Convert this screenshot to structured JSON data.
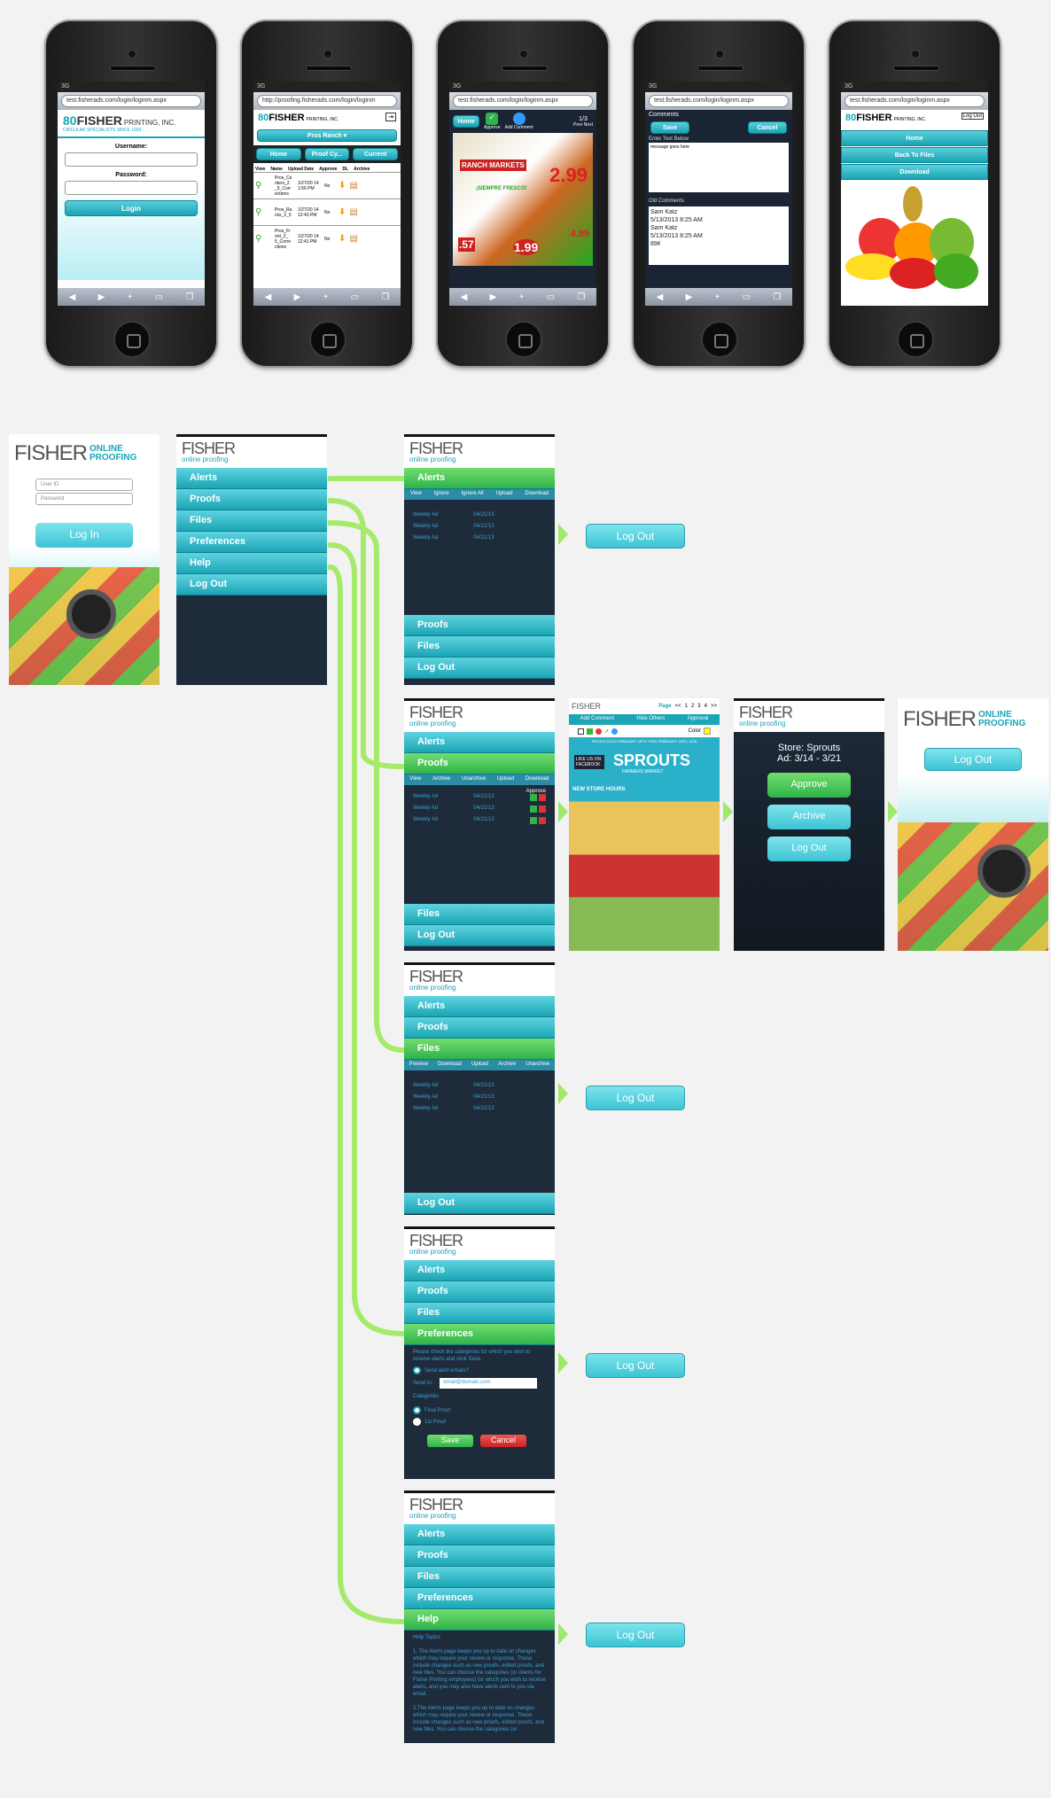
{
  "phones": [
    {
      "carrier": "3G",
      "url": "test.fisherads.com/login/loginm.aspx",
      "brand": "FISHER",
      "brand_sub": "PRINTING, INC.",
      "tagline": "CIRCULAR SPECIALISTS SINCE 1933",
      "username_label": "Username:",
      "password_label": "Password:",
      "login_label": "Login"
    },
    {
      "carrier": "3G",
      "url": "http://proofing.fisherads.com/login/loginm",
      "brand": "FISHER",
      "brand_sub": "PRINTING, INC.",
      "store": "Pros Ranch",
      "tabs": [
        "Home",
        "Proof Cy...",
        "Current"
      ],
      "cols": [
        "View",
        "Name",
        "Upload Date",
        "Approve",
        "DL",
        "Archive"
      ],
      "rows": [
        {
          "name": "Pros_Ce nters_2 _5_Corr ections",
          "date": "1/27/20 14 1:56 PM",
          "approve": "No"
        },
        {
          "name": "Pros_Ra cks_2_5",
          "date": "1/27/20 14 12:43 PM",
          "approve": "No"
        },
        {
          "name": "Pros_Fr ont_2_ 5_Corre ctions",
          "date": "1/27/20 14 12:41 PM",
          "approve": "No"
        }
      ]
    },
    {
      "carrier": "3G",
      "url": "test.fisherads.com/login/loginm.aspx",
      "home": "Home",
      "approve": "Approve",
      "add_comment": "Add Comment",
      "page": "1/3",
      "prev": "Prev",
      "next": "Next",
      "ad_title": "RANCH MARKETS",
      "price1": "2.99",
      "price2": ".57",
      "price3": "1.99",
      "price4": "4.99",
      "slogan": "¡SIEMPRE FRESCO!"
    },
    {
      "carrier": "3G",
      "url": "test.fisherads.com/login/loginm.aspx",
      "heading": "Comments",
      "save": "Save",
      "cancel": "Cancel",
      "enter_label": "Enter Text Below",
      "placeholder": "message goes here",
      "old_label": "Old Comments",
      "comments": [
        "Sam Katz",
        "5/13/2013 8:25 AM",
        "Sam Katz",
        "5/13/2013 8:25 AM",
        "89¢"
      ]
    },
    {
      "carrier": "3G",
      "url": "test.fisherads.com/login/loginm.aspx",
      "brand": "FISHER",
      "brand_sub": "PRINTING, INC.",
      "buttons": [
        "Home",
        "Back To Files",
        "Download"
      ],
      "logout": "Log Out"
    }
  ],
  "flow": {
    "brand": "FISHER",
    "brand_sub": "online proofing",
    "brand_sub2": "ONLINE PROOFING",
    "login": {
      "user_placeholder": "User ID",
      "pass_placeholder": "Password",
      "button": "Log In"
    },
    "menu": [
      "Alerts",
      "Proofs",
      "Files",
      "Preferences",
      "Help",
      "Log Out"
    ],
    "alerts_cols": [
      "View",
      "Ignore",
      "Ignore All",
      "Upload",
      "Download"
    ],
    "proofs_cols": [
      "View",
      "Archive",
      "Unarchive",
      "Upload",
      "Download"
    ],
    "files_cols": [
      "Preview",
      "Download",
      "Upload",
      "Archive",
      "Unarchive"
    ],
    "row_name": "Weekly Ad",
    "row_date": "04/21/13",
    "approve_label": "Approve",
    "logout": "Log Out",
    "viewer": {
      "page_label": "Page",
      "pages": [
        "<<",
        "1",
        "2",
        "3",
        "4",
        ">>"
      ],
      "tabs": [
        "Add Comment",
        "Hide Others",
        "Approval"
      ],
      "color": "Color",
      "ad_name": "SPROUTS",
      "ad_sub": "FARMERS MARKET",
      "dates": "PRICES GOOD FEBRUARY 18TH THRU FEBRUARY 25TH, 2015",
      "store_hours": "NEW STORE HOURS",
      "facebook": "LIKE US ON FACEBOOK"
    },
    "approval": {
      "store": "Store: Sprouts",
      "ad": "Ad: 3/14 - 3/21",
      "approve": "Approve",
      "archive": "Archive",
      "logout": "Log Out"
    },
    "prefs": {
      "intro": "Please check the categories for which you wish to receive alerts and click Save.",
      "send_alert": "Send alert emails?",
      "send_to": "Send to:",
      "email": "email@domain.com",
      "categories": "Categories",
      "cat1": "Final Proof",
      "cat2": "1st Proof",
      "save": "Save",
      "cancel": "Cancel"
    },
    "help": {
      "title": "Help Topics",
      "p1": "1. The Alerts page keeps you up to date on changes which may require your review or response. These include changes such as new proofs, edited proofs, and new files. You can choose the categories (or clients for Fisher Printing employees) for which you wish to receive alerts, and you may also have alerts sent to you via email.",
      "p2": "2.The Alerts page keeps you up to date on changes which may require your review or response. These include changes such as new proofs, edited proofs, and new files. You can choose the categories (or"
    }
  }
}
